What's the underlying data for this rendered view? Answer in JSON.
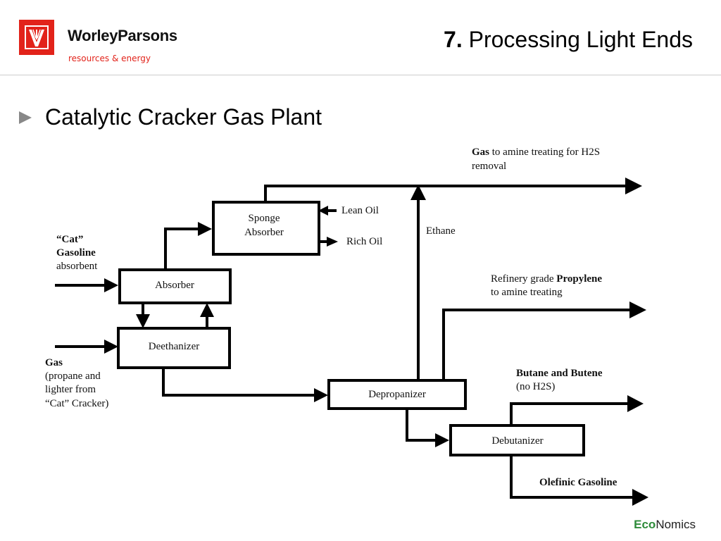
{
  "header": {
    "brand_name": "WorleyParsons",
    "brand_tagline": "resources & energy",
    "title_number": "7.",
    "title_text": "Processing Light Ends"
  },
  "bullet": {
    "text": "Catalytic Cracker Gas Plant"
  },
  "diagram": {
    "units": {
      "sponge_absorber_l1": "Sponge",
      "sponge_absorber_l2": "Absorber",
      "absorber": "Absorber",
      "deethanizer": "Deethanizer",
      "depropanizer": "Depropanizer",
      "debutanizer": "Debutanizer"
    },
    "labels": {
      "gas_out_bold": "Gas",
      "gas_out_rest": " to amine treating for H2S",
      "gas_out_l2": "removal",
      "lean_oil": "Lean Oil",
      "rich_oil": "Rich Oil",
      "ethane": "Ethane",
      "cat_l1": "“Cat”",
      "cat_l2": "Gasoline",
      "cat_l3": "absorbent",
      "propylene_pre": "Refinery grade ",
      "propylene_bold": "Propylene",
      "propylene_l2": "to amine treating",
      "gas_in_l1": "Gas",
      "gas_in_l2": "(propane and",
      "gas_in_l3": "lighter from",
      "gas_in_l4": "“Cat” Cracker)",
      "butane": "Butane and Butene",
      "butane_l2": "(no H2S)",
      "olefinic": "Olefinic Gasoline"
    }
  },
  "footer": {
    "eco": "Eco",
    "nomics": "Nomics"
  },
  "colors": {
    "brand_red": "#e2231a",
    "footer_green": "#2e8b3a",
    "bullet_gray": "#888888"
  }
}
